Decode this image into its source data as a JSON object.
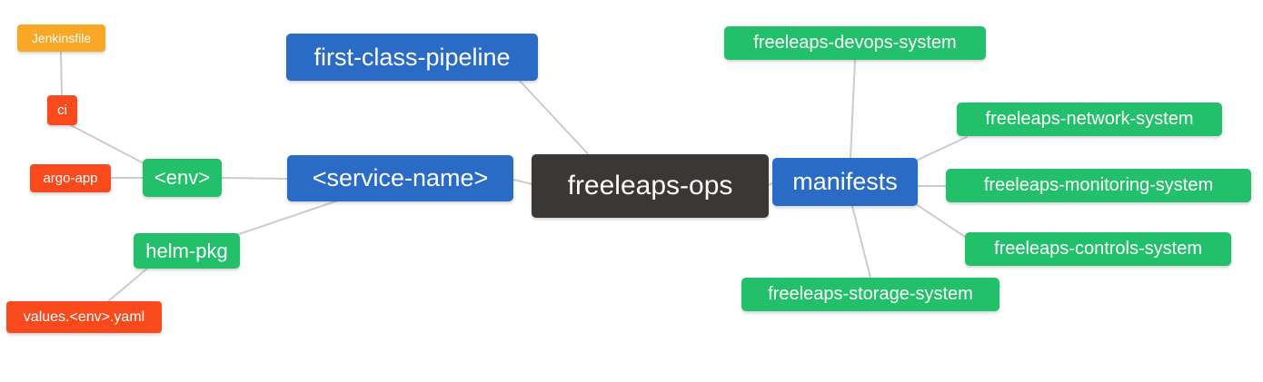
{
  "diagram": {
    "type": "mindmap",
    "background_color": "#ffffff",
    "edge_color": "#cccccc",
    "palette": {
      "root": "#3b3735",
      "branch_blue": "#2a6bc5",
      "leaf_green": "#22c06a",
      "leaf_red": "#f94a1e",
      "leaf_amber": "#f9a825",
      "text": "#ffffff"
    },
    "nodes": [
      {
        "id": "freeleaps-ops",
        "label": "freeleaps-ops",
        "level": 0,
        "color": "#3b3735"
      },
      {
        "id": "first-class-pipeline",
        "label": "first-class-pipeline",
        "level": 1,
        "color": "#2a6bc5"
      },
      {
        "id": "service-name",
        "label": "<service-name>",
        "level": 1,
        "color": "#2a6bc5"
      },
      {
        "id": "manifests",
        "label": "manifests",
        "level": 1,
        "color": "#2a6bc5"
      },
      {
        "id": "env",
        "label": "<env>",
        "level": 2,
        "color": "#22c06a"
      },
      {
        "id": "helm-pkg",
        "label": "helm-pkg",
        "level": 2,
        "color": "#22c06a"
      },
      {
        "id": "ci",
        "label": "ci",
        "level": 3,
        "color": "#f94a1e"
      },
      {
        "id": "argo-app",
        "label": "argo-app",
        "level": 3,
        "color": "#f94a1e"
      },
      {
        "id": "jenkinsfile",
        "label": "Jenkinsfile",
        "level": 4,
        "color": "#f9a825"
      },
      {
        "id": "values-env-yaml",
        "label": "values.<env>.yaml",
        "level": 3,
        "color": "#f94a1e"
      },
      {
        "id": "freeleaps-devops-system",
        "label": "freeleaps-devops-system",
        "level": 2,
        "color": "#22c06a"
      },
      {
        "id": "freeleaps-network-system",
        "label": "freeleaps-network-system",
        "level": 2,
        "color": "#22c06a"
      },
      {
        "id": "freeleaps-monitoring-system",
        "label": "freeleaps-monitoring-system",
        "level": 2,
        "color": "#22c06a"
      },
      {
        "id": "freeleaps-controls-system",
        "label": "freeleaps-controls-system",
        "level": 2,
        "color": "#22c06a"
      },
      {
        "id": "freeleaps-storage-system",
        "label": "freeleaps-storage-system",
        "level": 2,
        "color": "#22c06a"
      }
    ],
    "edges": [
      {
        "from": "jenkinsfile",
        "to": "ci"
      },
      {
        "from": "ci",
        "to": "env"
      },
      {
        "from": "argo-app",
        "to": "env"
      },
      {
        "from": "env",
        "to": "service-name"
      },
      {
        "from": "helm-pkg",
        "to": "service-name"
      },
      {
        "from": "values-env-yaml",
        "to": "helm-pkg"
      },
      {
        "from": "first-class-pipeline",
        "to": "freeleaps-ops"
      },
      {
        "from": "service-name",
        "to": "freeleaps-ops"
      },
      {
        "from": "freeleaps-ops",
        "to": "manifests"
      },
      {
        "from": "manifests",
        "to": "freeleaps-devops-system"
      },
      {
        "from": "manifests",
        "to": "freeleaps-network-system"
      },
      {
        "from": "manifests",
        "to": "freeleaps-monitoring-system"
      },
      {
        "from": "manifests",
        "to": "freeleaps-controls-system"
      },
      {
        "from": "manifests",
        "to": "freeleaps-storage-system"
      }
    ]
  }
}
